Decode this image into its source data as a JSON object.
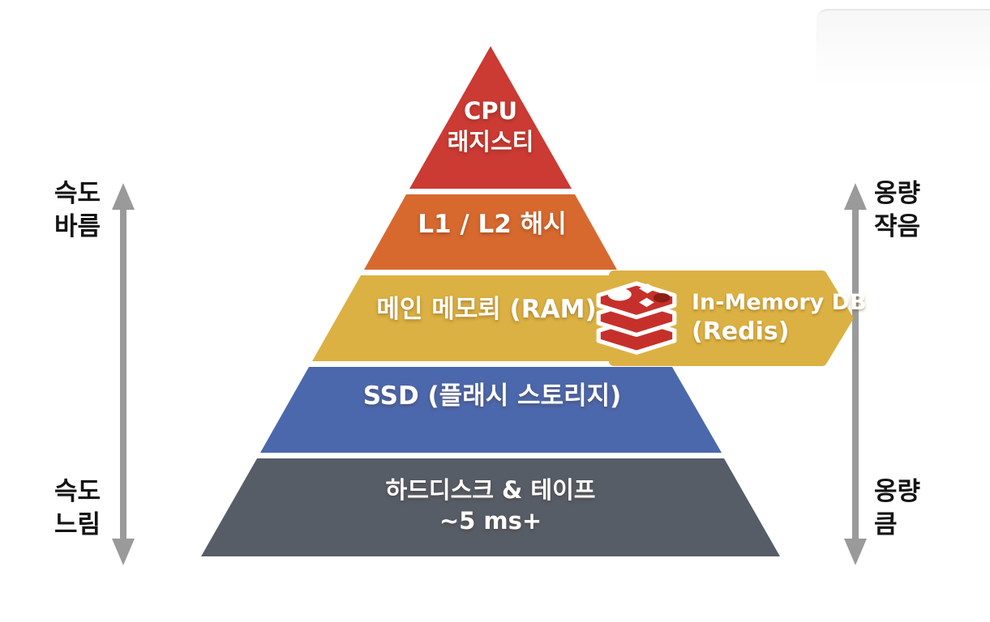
{
  "pyramid": {
    "levels": [
      {
        "name": "cpu-registers",
        "color": "#cb3a33",
        "lines": [
          "CPU",
          "래지스티"
        ]
      },
      {
        "name": "l1-l2-cache",
        "color": "#d7692f",
        "lines": [
          "L1 / L2 해시"
        ]
      },
      {
        "name": "main-memory-ram",
        "color": "#dcb143",
        "lines": [
          "메인 메모뢰 (RAM)"
        ]
      },
      {
        "name": "ssd-flash",
        "color": "#4c68ad",
        "lines": [
          "SSD (플래시 스토리지)"
        ]
      },
      {
        "name": "hdd-tape",
        "color": "#575d67",
        "lines": [
          "하드디스크 & 테이프",
          "~5 ms+"
        ]
      }
    ]
  },
  "callout": {
    "color": "#dcb143",
    "line1": "In-Memory DB",
    "line2": "(Redis)",
    "logo": "redis-logo",
    "logo_colors": {
      "red": "#c6302b",
      "dark": "#8c1e12",
      "outline": "#ffffff"
    }
  },
  "left_axis": {
    "arrow_color": "#9a9a9a",
    "top": {
      "line1": "슥도",
      "line2": "바름"
    },
    "bottom": {
      "line1": "슥도",
      "line2": "느림"
    }
  },
  "right_axis": {
    "arrow_color": "#9a9a9a",
    "top": {
      "line1": "옹량",
      "line2": "쟉음"
    },
    "bottom": {
      "line1": "옹량",
      "line2": "큼"
    }
  }
}
